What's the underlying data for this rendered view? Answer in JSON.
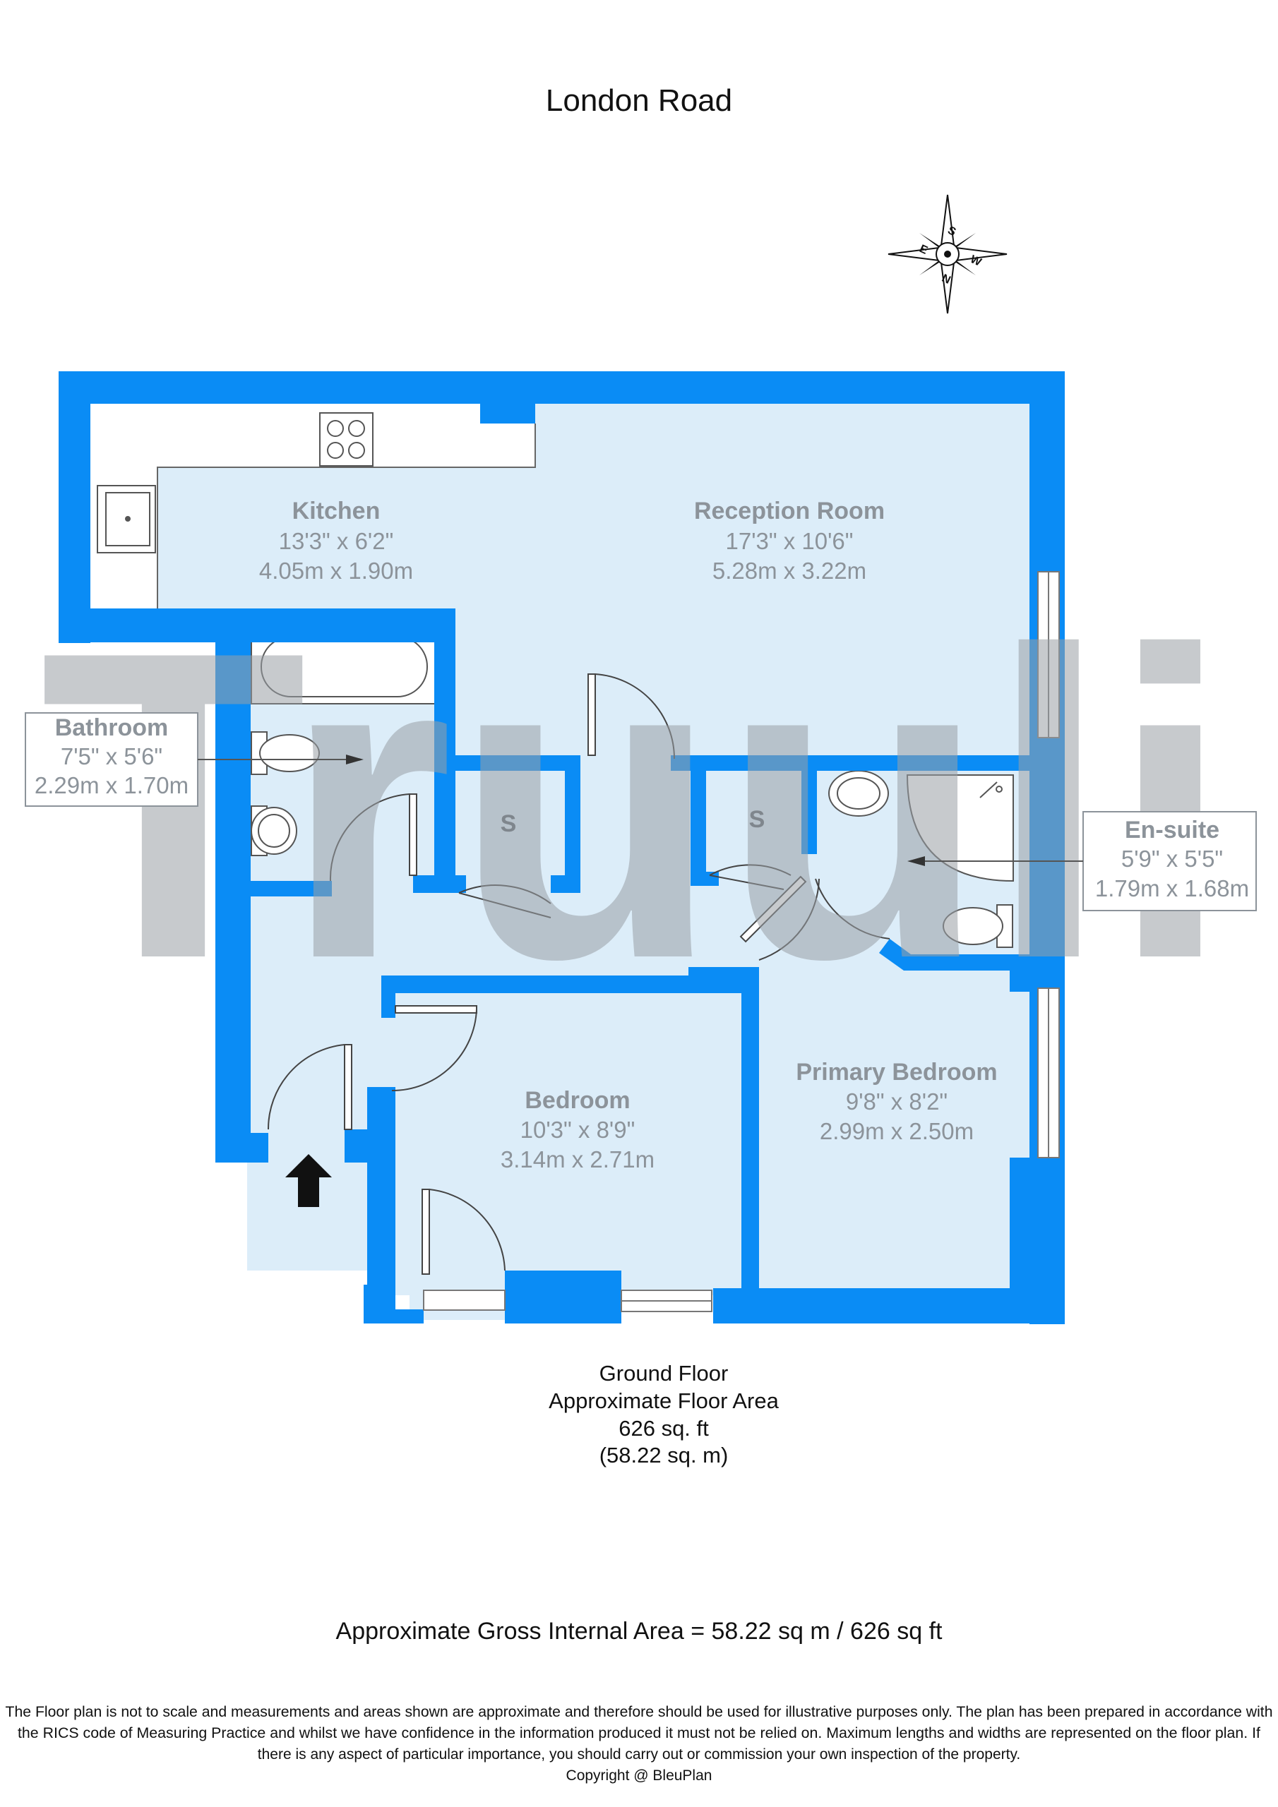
{
  "title": "London Road",
  "compass": {
    "s": "S",
    "w": "W",
    "n": "N",
    "e": "E"
  },
  "watermark": "Truuli",
  "rooms": {
    "kitchen": {
      "name": "Kitchen",
      "imperial": "13'3\" x 6'2\"",
      "metric": "4.05m x 1.90m"
    },
    "reception": {
      "name": "Reception Room",
      "imperial": "17'3\" x 10'6\"",
      "metric": "5.28m x 3.22m"
    },
    "bathroom": {
      "name": "Bathroom",
      "imperial": "7'5\" x 5'6\"",
      "metric": "2.29m x 1.70m"
    },
    "ensuite": {
      "name": "En-suite",
      "imperial": "5'9\" x 5'5\"",
      "metric": "1.79m x 1.68m"
    },
    "bedroom": {
      "name": "Bedroom",
      "imperial": "10'3\" x 8'9\"",
      "metric": "3.14m x 2.71m"
    },
    "primary": {
      "name": "Primary Bedroom",
      "imperial": "9'8\" x 8'2\"",
      "metric": "2.99m x 2.50m"
    }
  },
  "storage_label": "S",
  "floor": {
    "name": "Ground Floor",
    "area_label": "Approximate Floor Area",
    "sqft": "626 sq. ft",
    "sqm": "(58.22 sq. m)"
  },
  "gross_area": "Approximate Gross Internal Area = 58.22 sq m / 626 sq ft",
  "disclaimer": [
    "The Floor plan is not to scale and measurements and areas shown are approximate and therefore should be used for illustrative purposes only. The plan has been prepared in accordance with",
    "the RICS code of Measuring Practice and whilst we have confidence in the information produced it must not be relied on. Maximum lengths and widths are represented on the floor plan. If",
    "there is any aspect of particular importance, you should carry out or commission your own inspection of the property."
  ],
  "copyright": "Copyright @ BleuPlan",
  "colors": {
    "wall": "#0a8cf5",
    "floor": "#dcedf9",
    "text_room": "#8c939a"
  }
}
